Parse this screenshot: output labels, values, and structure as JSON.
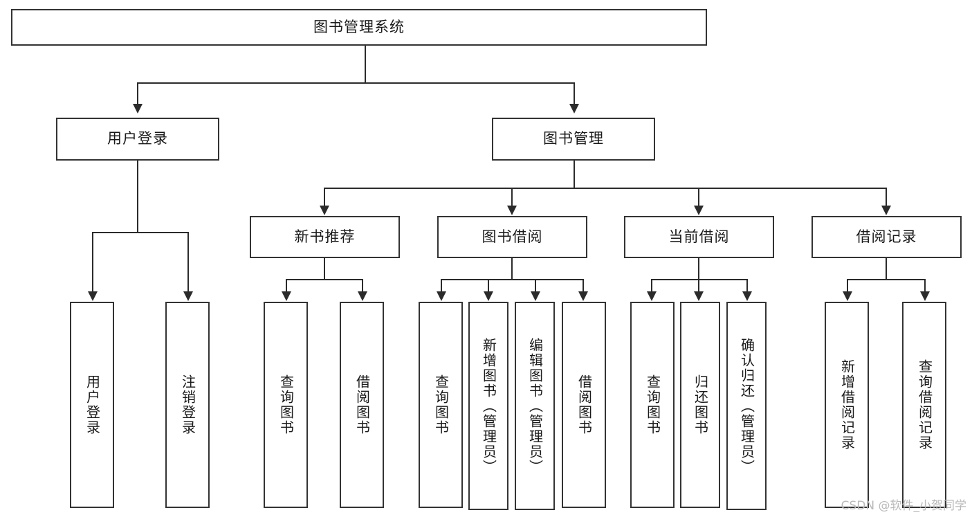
{
  "diagram": {
    "title": "图书管理系统",
    "watermark": "CSDN @软件_小贺同学",
    "root": {
      "label": "图书管理系统"
    },
    "level2": [
      {
        "label": "用户登录"
      },
      {
        "label": "图书管理"
      }
    ],
    "level3": [
      {
        "label": "新书推荐"
      },
      {
        "label": "图书借阅"
      },
      {
        "label": "当前借阅"
      },
      {
        "label": "借阅记录"
      }
    ],
    "leaves": [
      {
        "label": "用户登录",
        "parent": "用户登录"
      },
      {
        "label": "注销登录",
        "parent": "用户登录"
      },
      {
        "label": "查询图书",
        "parent": "新书推荐"
      },
      {
        "label": "借阅图书",
        "parent": "新书推荐"
      },
      {
        "label": "查询图书",
        "parent": "图书借阅"
      },
      {
        "label": "新增图书（管理员）",
        "parent": "图书借阅"
      },
      {
        "label": "编辑图书（管理员）",
        "parent": "图书借阅"
      },
      {
        "label": "借阅图书",
        "parent": "图书借阅"
      },
      {
        "label": "查询图书",
        "parent": "当前借阅"
      },
      {
        "label": "归还图书",
        "parent": "当前借阅"
      },
      {
        "label": "确认归还（管理员）",
        "parent": "当前借阅"
      },
      {
        "label": "新增借阅记录",
        "parent": "借阅记录"
      },
      {
        "label": "查询借阅记录",
        "parent": "借阅记录"
      }
    ],
    "colors": {
      "stroke": "#333333",
      "background": "#ffffff",
      "text": "#1a1a1a",
      "watermark": "#b9b9b9"
    }
  }
}
